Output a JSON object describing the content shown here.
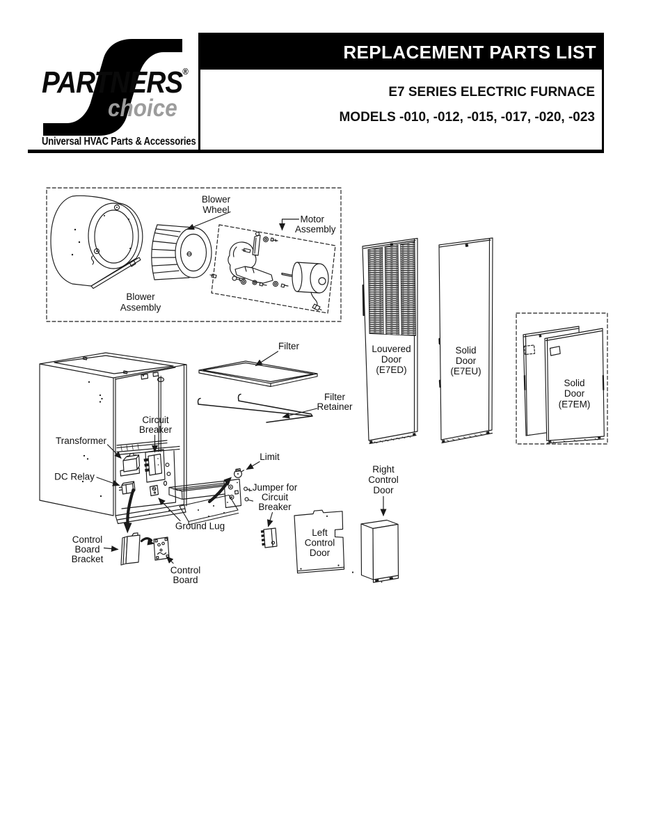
{
  "header": {
    "brand": {
      "name": "PARTNERS",
      "registered_mark": "®",
      "subbrand": "choice",
      "tagline": "Universal HVAC Parts & Accessories"
    },
    "title_box": {
      "title": "REPLACEMENT PARTS LIST",
      "subtitle": "E7 SERIES ELECTRIC FURNACE",
      "models": "MODELS -010, -012, -015, -017, -020, -023"
    }
  },
  "diagram": {
    "labels": {
      "blower_wheel": [
        "Blower",
        "Wheel"
      ],
      "motor_assembly": [
        "Motor",
        "Assembly"
      ],
      "blower_assembly": [
        "Blower",
        "Assembly"
      ],
      "filter": "Filter",
      "filter_retainer": [
        "Filter",
        "Retainer"
      ],
      "louvered_door": [
        "Louvered",
        "Door",
        "(E7ED)"
      ],
      "solid_door_eu": [
        "Solid",
        "Door",
        "(E7EU)"
      ],
      "solid_door_em": [
        "Solid",
        "Door",
        "(E7EM)"
      ],
      "transformer": "Transformer",
      "circuit_breaker": [
        "Circuit",
        "Breaker"
      ],
      "dc_relay": "DC Relay",
      "limit": "Limit",
      "ground_lug": "Ground Lug",
      "jumper": [
        "Jumper for",
        "Circuit",
        "Breaker"
      ],
      "control_board_bracket": [
        "Control",
        "Board",
        "Bracket"
      ],
      "control_board": [
        "Control",
        "Board"
      ],
      "left_control_door": [
        "Left",
        "Control",
        "Door"
      ],
      "right_control_door": [
        "Right",
        "Control",
        "Door"
      ]
    },
    "colors": {
      "line": "#1a1a1a",
      "paper": "#ffffff",
      "brand_gray": "#9c9c9c"
    }
  }
}
